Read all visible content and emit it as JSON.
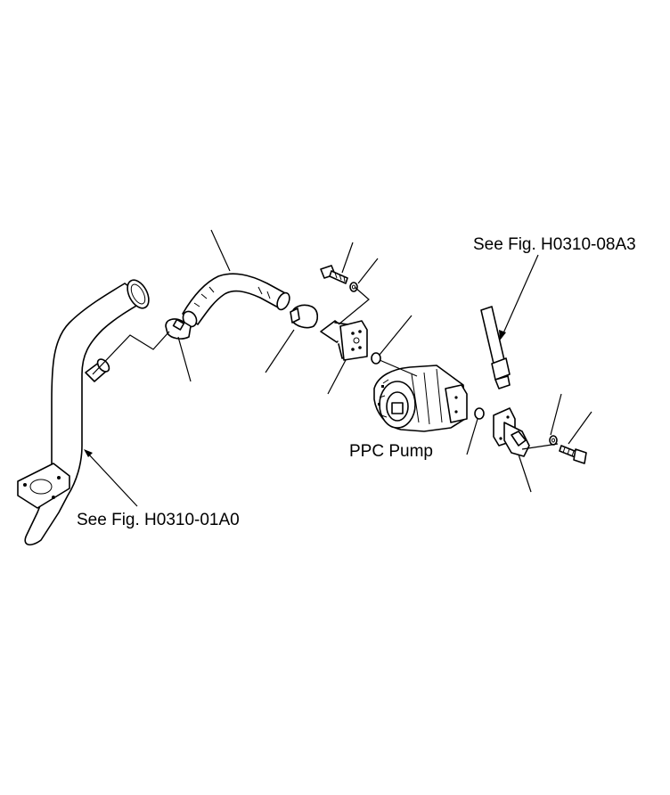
{
  "labels": {
    "ref_top_right": "See Fig. H0310-08A3",
    "ref_left": "See Fig. H0310-01A0",
    "pump": "PPC Pump"
  }
}
